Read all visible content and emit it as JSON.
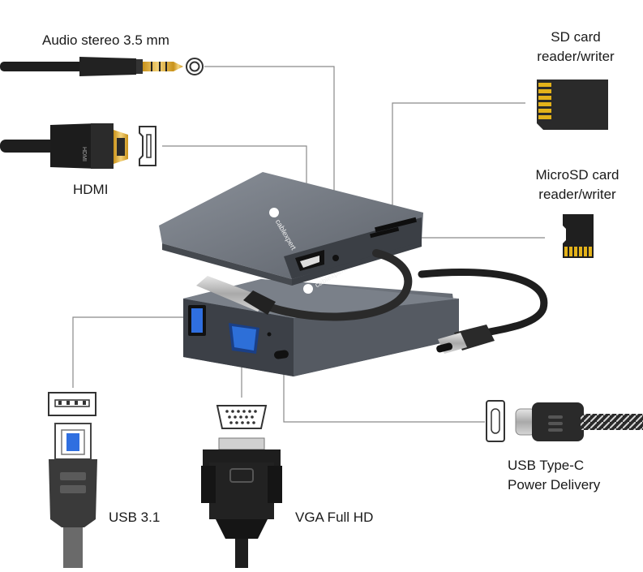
{
  "labels": {
    "audio": "Audio stereo 3.5 mm",
    "hdmi": "HDMI",
    "sd_line1": "SD card",
    "sd_line2": "reader/writer",
    "microsd_line1": "MicroSD card",
    "microsd_line2": "reader/writer",
    "usbc_line1": "USB Type-C",
    "usbc_line2": "Power Delivery",
    "usb31": "USB 3.1",
    "vga": "VGA Full HD"
  },
  "brand": {
    "logo_text": "cablexpert"
  },
  "colors": {
    "device_body": "#6d737c",
    "device_dark": "#3c4047",
    "cable": "#1e1e1e",
    "leader_line": "#8a8a8a",
    "vga_port": "#2d6fd8",
    "usb_port": "#2f6fe0",
    "sd_gold": "#e3b21a"
  }
}
